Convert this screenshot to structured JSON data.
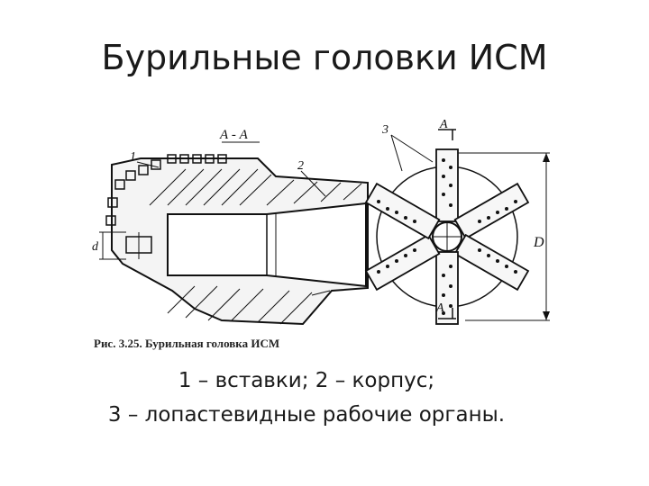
{
  "slide": {
    "title": "Бурильные головки ИСМ",
    "caption_line1": "1 – вставки; 2 – корпус;",
    "caption_line2": "3 – лопастевидные рабочие органы."
  },
  "figure": {
    "section_label": "А - А",
    "label_1": "1",
    "label_2": "2",
    "label_3": "3",
    "label_d": "d",
    "label_D": "D",
    "label_A_top": "А",
    "label_A_bottom": "А",
    "fig_caption": "Рис. 3.25. Бурильная головка ИСМ"
  }
}
